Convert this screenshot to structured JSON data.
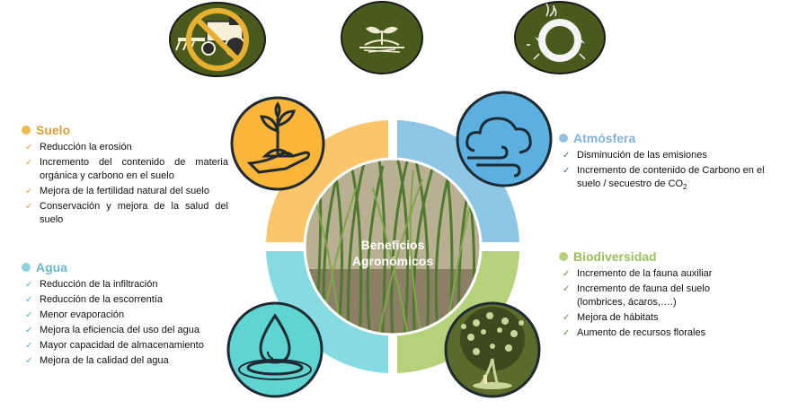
{
  "suelo": {
    "title": "Suelo",
    "color": "#e8b04a",
    "items": [
      "Reducción la erosión",
      "Incremento del contenido de materia orgánica y carbono en el suelo",
      "Mejora de la fertilidad natural del suelo",
      "Conservación y mejora de la salud del suelo"
    ]
  },
  "agua": {
    "title": "Agua",
    "color": "#7ec8d8",
    "items": [
      "Reducción de la infiltración",
      "Reducción de la escorrentía",
      "Menor evaporación",
      "Mejora la eficiencia del uso del agua",
      "Mayor capacidad de almacenamiento",
      "Mejora de la calidad del agua"
    ]
  },
  "atmosfera": {
    "title": "Atmósfera",
    "color": "#7ab0d6",
    "items": [
      "Disminución de las emisiones",
      "Incremento de contenido de Carbono en el suelo / secuestro de CO",
      "2"
    ]
  },
  "biodiversidad": {
    "title": "Biodiversidad",
    "color": "#a8c66c",
    "items": [
      "Incremento de la fauna auxiliar",
      "Incremento de fauna del suelo (lombrices, ácaros,….)",
      "Mejora de hábitats",
      "Aumento de recursos florales"
    ]
  },
  "center": {
    "line1": "Beneficios",
    "line2": "Agronómicos"
  },
  "colors": {
    "ring_top_left": "#fbc56a",
    "ring_top_right": "#8ec7e6",
    "ring_bottom_right": "#b5d27a",
    "ring_bottom_left": "#86dbe0",
    "top_icons": "#4a5a1c"
  },
  "icons": {
    "top": [
      "no-tillage-tractor-icon",
      "seedling-mulch-icon",
      "recycle-cycle-icon"
    ],
    "ring": [
      "hand-plant-icon",
      "cloud-wind-icon",
      "water-drop-icon",
      "biodiversity-tree-icon"
    ]
  }
}
